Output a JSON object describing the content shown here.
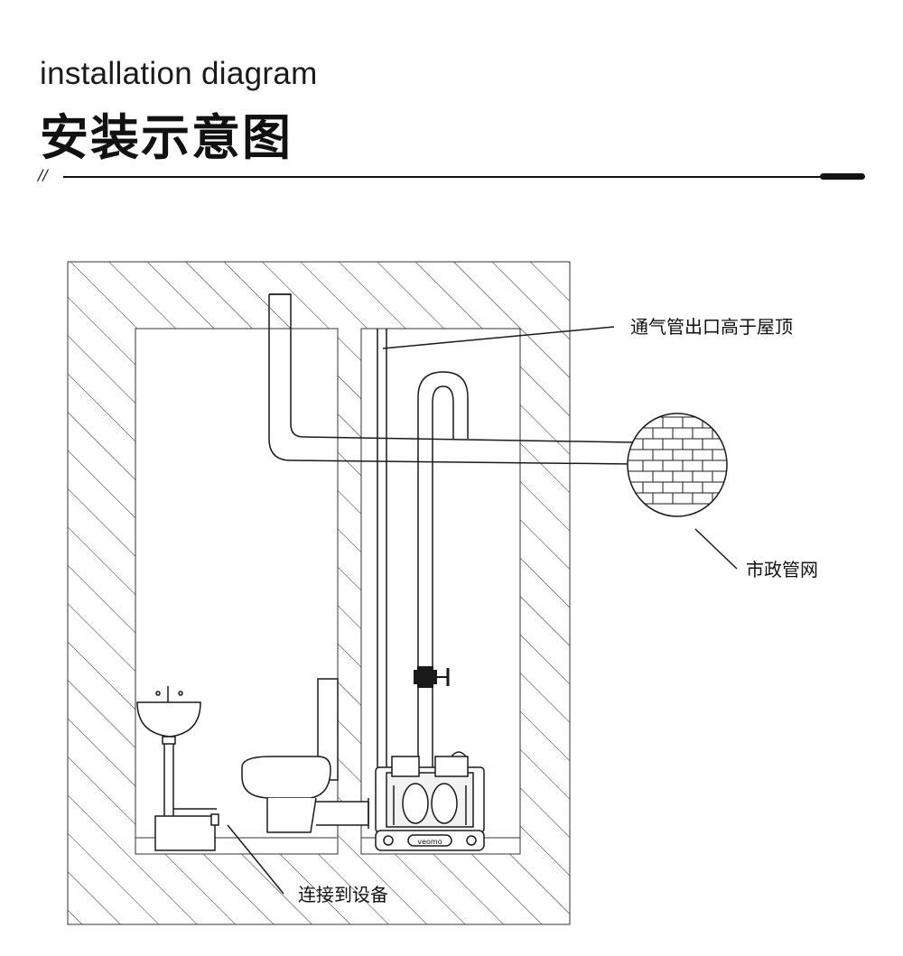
{
  "header": {
    "subtitle_en": "installation diagram",
    "title_cn": "安装示意图",
    "divider_mark": "//"
  },
  "diagram": {
    "labels": {
      "vent_outlet": "通气管出口高于屋顶",
      "municipal_network": "市政管网",
      "connect_equipment": "连接到设备"
    },
    "pump_brand": "veomo"
  },
  "colors": {
    "line": "#1a1a1a",
    "background": "#ffffff"
  }
}
